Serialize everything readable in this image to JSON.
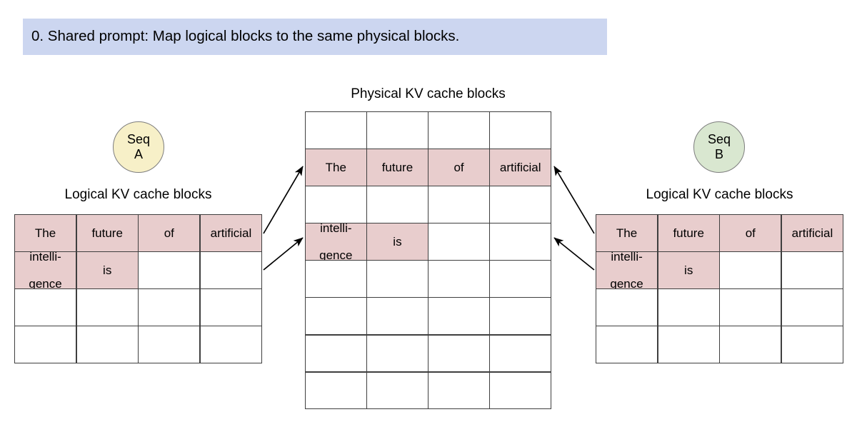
{
  "banner": {
    "text": "0. Shared prompt: Map logical blocks to the same physical blocks.",
    "background": "#ccd6f0"
  },
  "colors": {
    "filled_cell": "#e8cdcd",
    "empty_cell": "#ffffff",
    "grid_line": "#3f3f3f",
    "seq_a_fill": "#f7f0c8",
    "seq_b_fill": "#d9e7d0",
    "banner_fill": "#ccd6f0"
  },
  "physical": {
    "caption": "Physical KV cache blocks",
    "columns": 4,
    "rows": 8,
    "cells": [
      [
        "",
        "",
        "",
        ""
      ],
      [
        "The",
        "future",
        "of",
        "artificial"
      ],
      [
        "",
        "",
        "",
        ""
      ],
      [
        "intelli-\ngence",
        "is",
        "",
        ""
      ],
      [
        "",
        "",
        "",
        ""
      ],
      [
        "",
        "",
        "",
        ""
      ],
      [
        "",
        "",
        "",
        ""
      ],
      [
        "",
        "",
        "",
        ""
      ]
    ],
    "filled": [
      [
        false,
        false,
        false,
        false
      ],
      [
        true,
        true,
        true,
        true
      ],
      [
        false,
        false,
        false,
        false
      ],
      [
        true,
        true,
        false,
        false
      ],
      [
        false,
        false,
        false,
        false
      ],
      [
        false,
        false,
        false,
        false
      ],
      [
        false,
        false,
        false,
        false
      ],
      [
        false,
        false,
        false,
        false
      ]
    ]
  },
  "seq_a": {
    "line1": "Seq",
    "line2": "A",
    "logical": {
      "caption": "Logical KV cache blocks",
      "columns": 4,
      "rows": 4,
      "cells": [
        [
          "The",
          "future",
          "of",
          "artificial"
        ],
        [
          "intelli-\ngence",
          "is",
          "",
          ""
        ],
        [
          "",
          "",
          "",
          ""
        ],
        [
          "",
          "",
          "",
          ""
        ]
      ],
      "filled": [
        [
          true,
          true,
          true,
          true
        ],
        [
          true,
          true,
          false,
          false
        ],
        [
          false,
          false,
          false,
          false
        ],
        [
          false,
          false,
          false,
          false
        ]
      ]
    }
  },
  "seq_b": {
    "line1": "Seq",
    "line2": "B",
    "logical": {
      "caption": "Logical KV cache blocks",
      "columns": 4,
      "rows": 4,
      "cells": [
        [
          "The",
          "future",
          "of",
          "artificial"
        ],
        [
          "intelli-\ngence",
          "is",
          "",
          ""
        ],
        [
          "",
          "",
          "",
          ""
        ],
        [
          "",
          "",
          "",
          ""
        ]
      ],
      "filled": [
        [
          true,
          true,
          true,
          true
        ],
        [
          true,
          true,
          false,
          false
        ],
        [
          false,
          false,
          false,
          false
        ],
        [
          false,
          false,
          false,
          false
        ]
      ]
    }
  },
  "mappings": [
    {
      "from": "seq-a-logical-row-0",
      "to": "physical-row-1"
    },
    {
      "from": "seq-a-logical-row-1",
      "to": "physical-row-3"
    },
    {
      "from": "seq-b-logical-row-0",
      "to": "physical-row-1"
    },
    {
      "from": "seq-b-logical-row-1",
      "to": "physical-row-3"
    }
  ]
}
